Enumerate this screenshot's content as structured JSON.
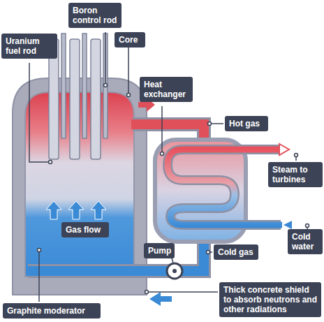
{
  "diagram": {
    "nodes": [
      {
        "text": [
          "Boron control rod"
        ]
      },
      {
        "text": [
          "Uranium fuel rod"
        ]
      },
      {
        "text": [
          "Core"
        ]
      },
      {
        "text": [
          "Heat exchanger"
        ]
      },
      {
        "text": [
          "Hot gas"
        ]
      },
      {
        "text": [
          "Steam to turbines"
        ]
      },
      {
        "text": [
          "Gas flow"
        ]
      },
      {
        "text": [
          "Pump"
        ]
      },
      {
        "text": [
          "Cold gas"
        ]
      },
      {
        "text": [
          "Cold water"
        ]
      },
      {
        "text": [
          "Thick concrete shield to absorb neutrons and other radiations"
        ]
      },
      {
        "text": [
          "Graphite moderator"
        ]
      }
    ]
  }
}
